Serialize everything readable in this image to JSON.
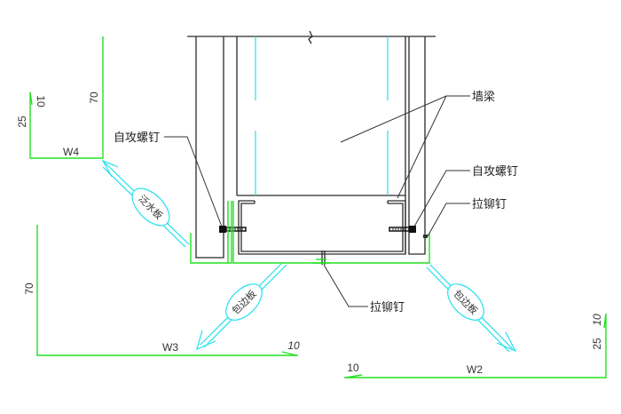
{
  "drawing": {
    "labels": {
      "wall_beam": "墙梁",
      "self_tapping_screw_left": "自攻螺钉",
      "self_tapping_screw_right": "自攻螺钉",
      "rivet_right": "拉铆钉",
      "rivet_bottom": "拉铆钉"
    },
    "callouts": {
      "flashing_left": "泛水板",
      "trim_bottom_left": "包边板",
      "trim_bottom_right": "包边板"
    },
    "profile_w4": {
      "name": "W4",
      "dims": [
        "70",
        "25",
        "10"
      ]
    },
    "profile_w3": {
      "name": "W3",
      "dims": [
        "70",
        "10"
      ]
    },
    "profile_w2": {
      "name": "W2",
      "dims": [
        "10",
        "25",
        "10"
      ]
    }
  },
  "colors": {
    "structure": "#2a2a2a",
    "flashing": "#22e022",
    "callout": "#22e0ee"
  }
}
